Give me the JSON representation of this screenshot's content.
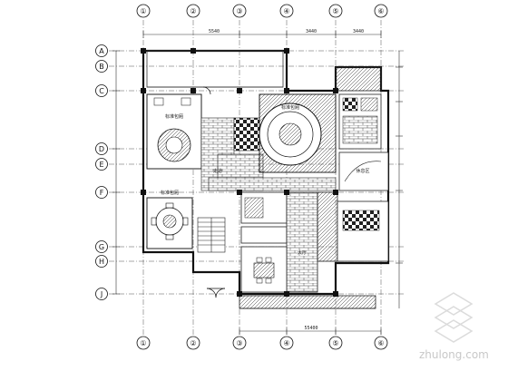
{
  "drawing": {
    "column_axes": [
      "①",
      "②",
      "③",
      "④",
      "⑤",
      "⑥"
    ],
    "row_axes": [
      "A",
      "B",
      "C",
      "D",
      "E",
      "F",
      "G",
      "H",
      "J"
    ],
    "top_dimensions": [
      "5540",
      "3440",
      "3440"
    ],
    "bottom_dimension_total": "55400",
    "room_labels": [
      "标准包厢",
      "休息区",
      "大厅",
      "走道"
    ]
  },
  "watermark": {
    "text": "zhulong.com"
  }
}
